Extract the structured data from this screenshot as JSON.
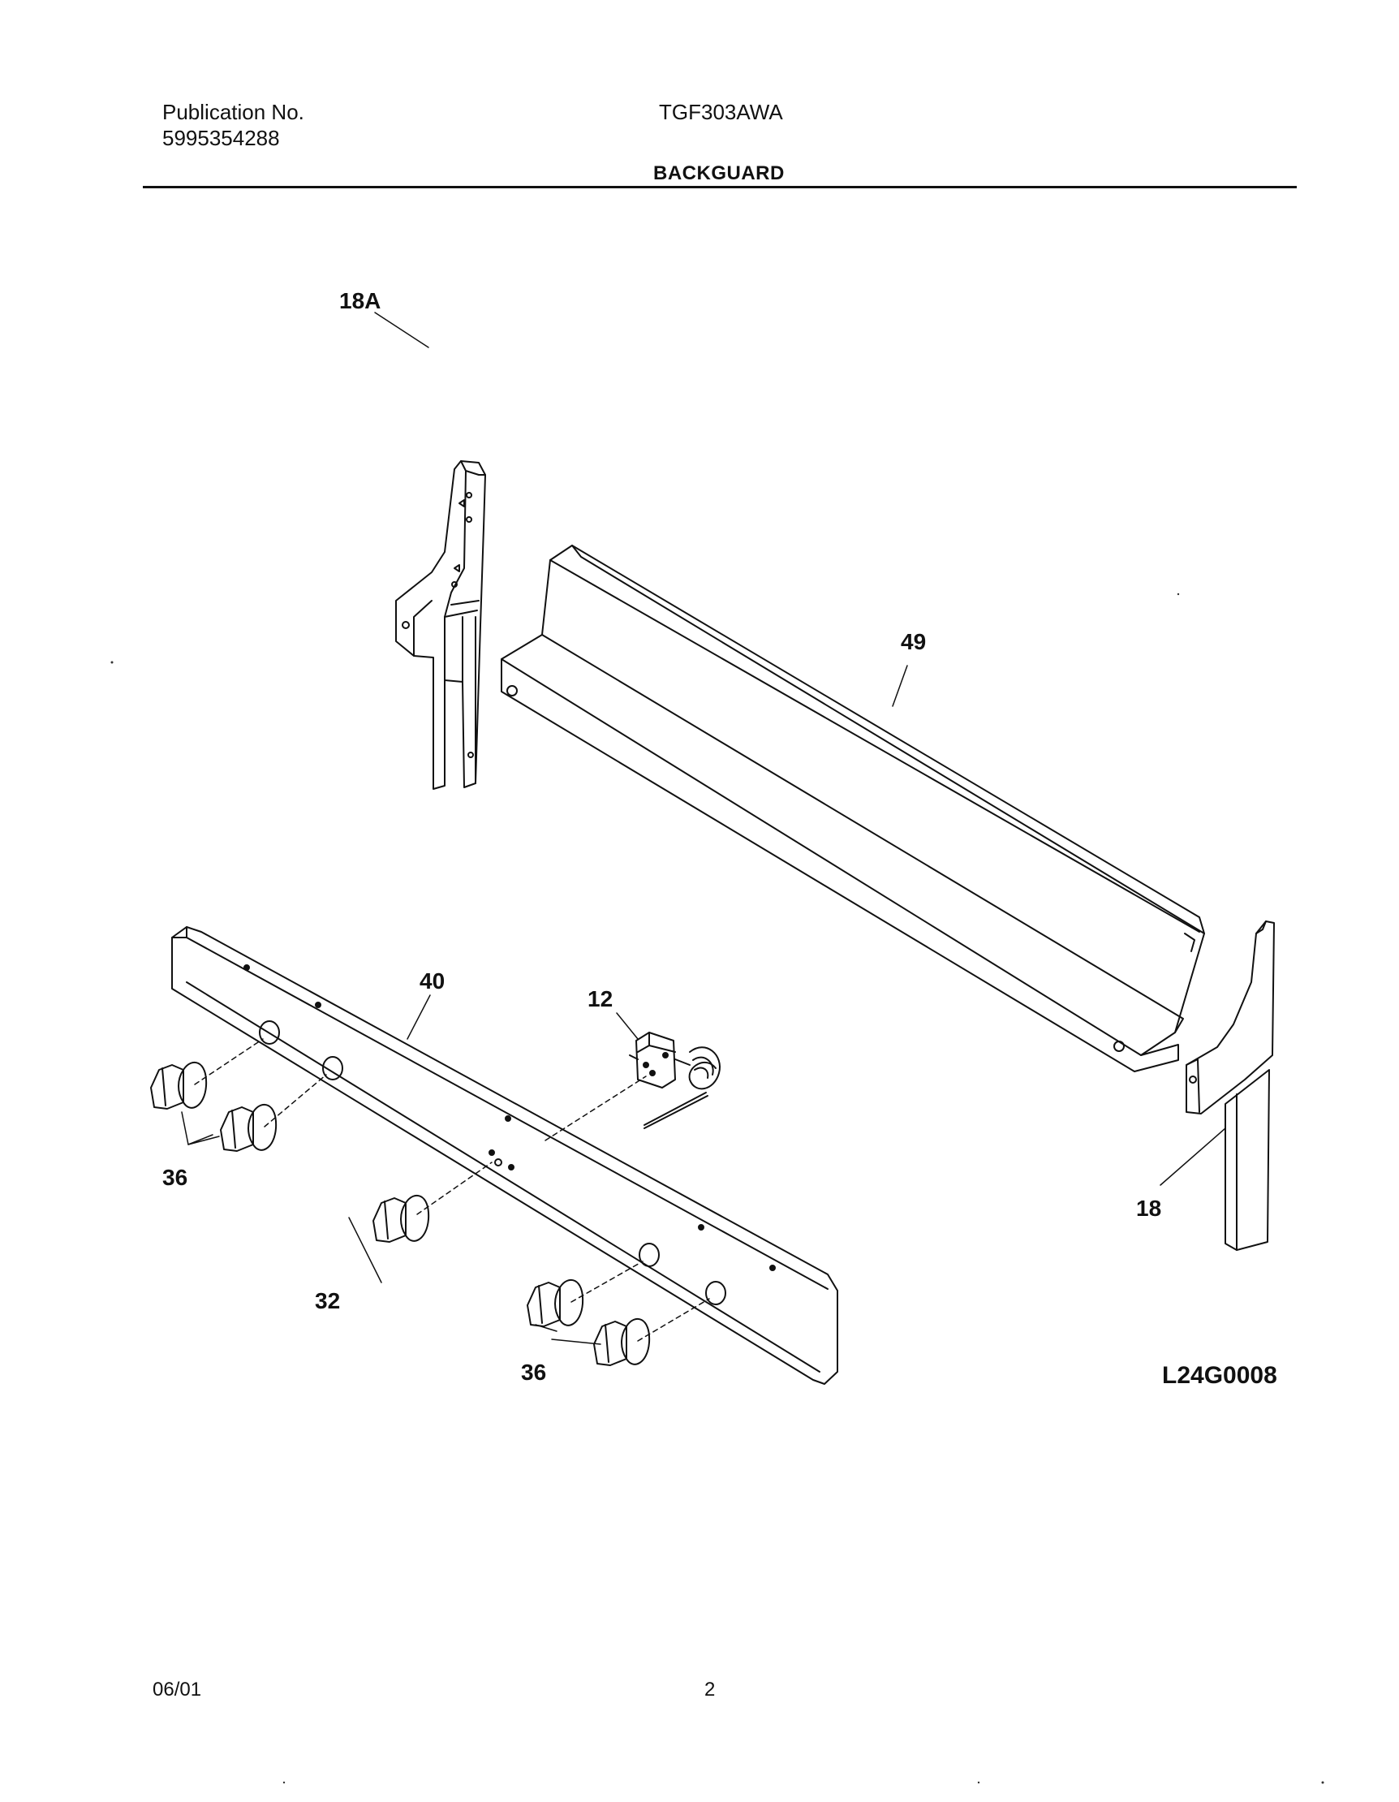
{
  "header": {
    "publication_label": "Publication No.",
    "publication_number": "5995354288",
    "model": "TGF303AWA",
    "section_title": "BACKGUARD"
  },
  "diagram": {
    "part_labels": {
      "p18a": "18A",
      "p49": "49",
      "p40": "40",
      "p12": "12",
      "p36_left": "36",
      "p36_right": "36",
      "p32": "32",
      "p18": "18"
    },
    "figure_code": "L24G0008"
  },
  "footer": {
    "date": "06/01",
    "page": "2"
  }
}
